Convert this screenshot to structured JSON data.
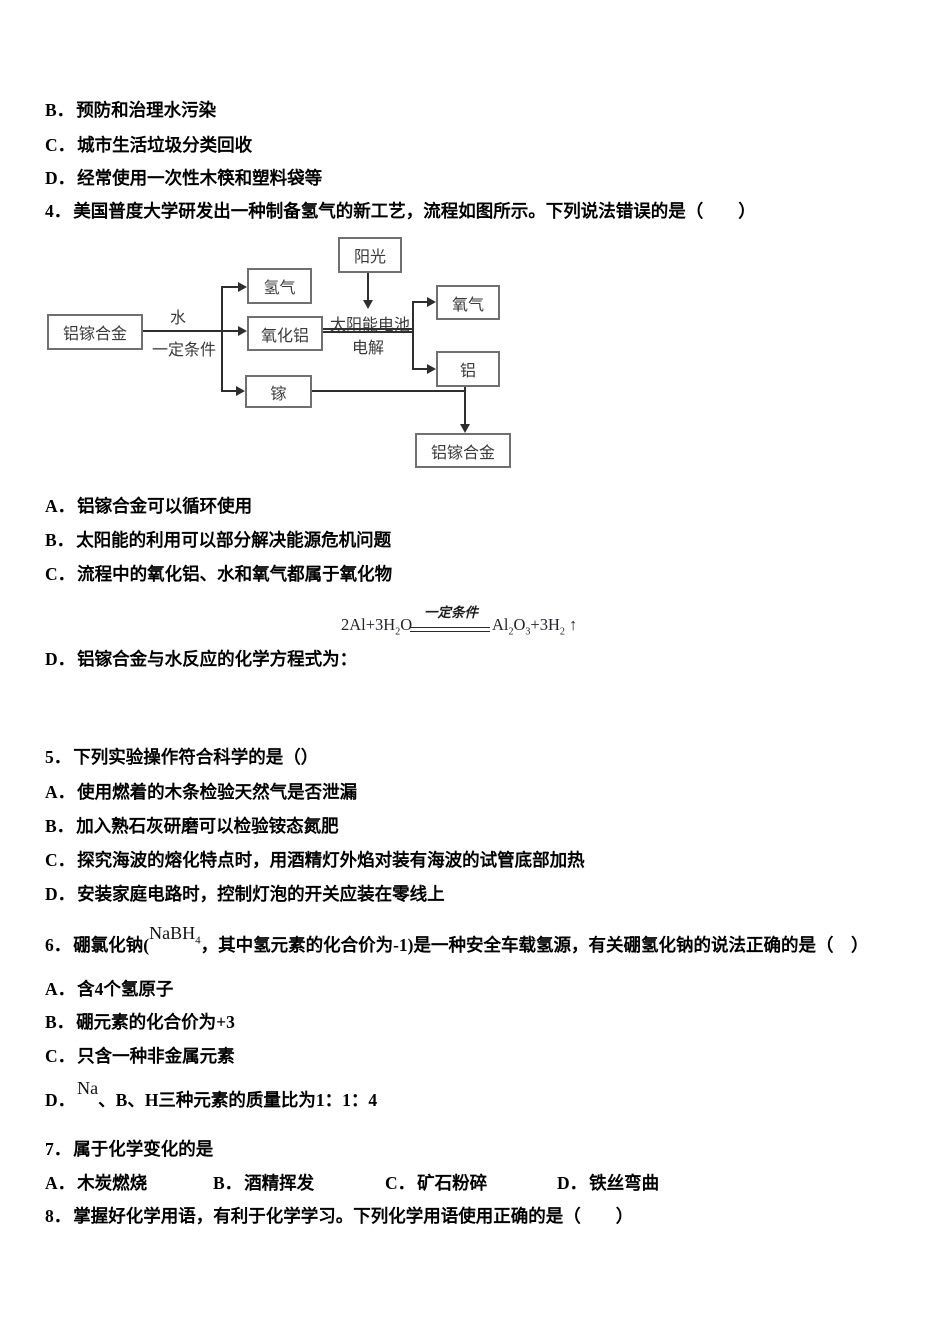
{
  "colors": {
    "text": "#000000",
    "box_border": "#707070",
    "line": "#2e2e2e",
    "equation": "#222230"
  },
  "top_options": [
    {
      "label": "B．",
      "text": "预防和治理水污染"
    },
    {
      "label": "C．",
      "text": "城市生活垃圾分类回收"
    },
    {
      "label": "D．",
      "text": "经常使用一次性木筷和塑料袋等"
    }
  ],
  "q4": {
    "num": "4．",
    "stem": "美国普度大学研发出一种制备氢气的新工艺，流程如图所示。下列说法错误的是（　　）",
    "flowchart": {
      "alloy_left": "铝镓合金",
      "hydrogen": "氢气",
      "alumina": "氧化铝",
      "gallium": "镓",
      "sunlight": "阳光",
      "oxygen": "氧气",
      "aluminum": "铝",
      "alloy_bottom": "铝镓合金",
      "water": "水",
      "condition": "一定条件",
      "solar_cell": "太阳能电池",
      "electrolysis": "电解"
    },
    "options": [
      {
        "label": "A．",
        "text": "铝镓合金可以循环使用"
      },
      {
        "label": "B．",
        "text": "太阳能的利用可以部分解决能源危机问题"
      },
      {
        "label": "C．",
        "text": "流程中的氧化铝、水和氧气都属于氧化物"
      },
      {
        "label": "D．",
        "text": "铝镓合金与水反应的化学方程式为："
      }
    ],
    "equation": {
      "lhs1": "2Al+3H",
      "lhs_sub": "2",
      "lhs2": "O",
      "condition": "一定条件",
      "rhs1": "Al",
      "rhs_sub1": "2",
      "rhs2": "O",
      "rhs_sub2": "3",
      "rhs3": "+3H",
      "rhs_sub3": "2",
      "rhs4": " ↑"
    }
  },
  "q5": {
    "num": "5．",
    "stem": "下列实验操作符合科学的是（）",
    "options": [
      {
        "label": "A．",
        "text": "使用燃着的木条检验天然气是否泄漏"
      },
      {
        "label": "B．",
        "text": "加入熟石灰研磨可以检验铵态氮肥"
      },
      {
        "label": "C．",
        "text": "探究海波的熔化特点时，用酒精灯外焰对装有海波的试管底部加热"
      },
      {
        "label": "D．",
        "text": "安装家庭电路时，控制灯泡的开关应装在零线上"
      }
    ]
  },
  "q6": {
    "num": "6．",
    "stem_pre": "硼氯化钠(",
    "formula": "NaBH",
    "formula_sub": "4",
    "stem_post": "，其中氢元素的化合价为-1)是一种安全车载氢源，有关硼氢化钠的说法正确的是（　）",
    "options": [
      {
        "label": "A．",
        "text": "含4个氢原子"
      },
      {
        "label": "B．",
        "text": "硼元素的化合价为+3"
      },
      {
        "label": "C．",
        "text": "只含一种非金属元素"
      }
    ],
    "option_d": {
      "label": "D．",
      "formula": "Na",
      "text": "、B、H三种元素的质量比为1：1：4"
    }
  },
  "q7": {
    "num": "7．",
    "stem": "属于化学变化的是",
    "options": [
      {
        "label": "A．",
        "text": "木炭燃烧"
      },
      {
        "label": "B．",
        "text": "酒精挥发"
      },
      {
        "label": "C．",
        "text": "矿石粉碎"
      },
      {
        "label": "D．",
        "text": "铁丝弯曲"
      }
    ]
  },
  "q8": {
    "num": "8．",
    "stem": "掌握好化学用语，有利于化学学习。下列化学用语使用正确的是（　　）"
  }
}
